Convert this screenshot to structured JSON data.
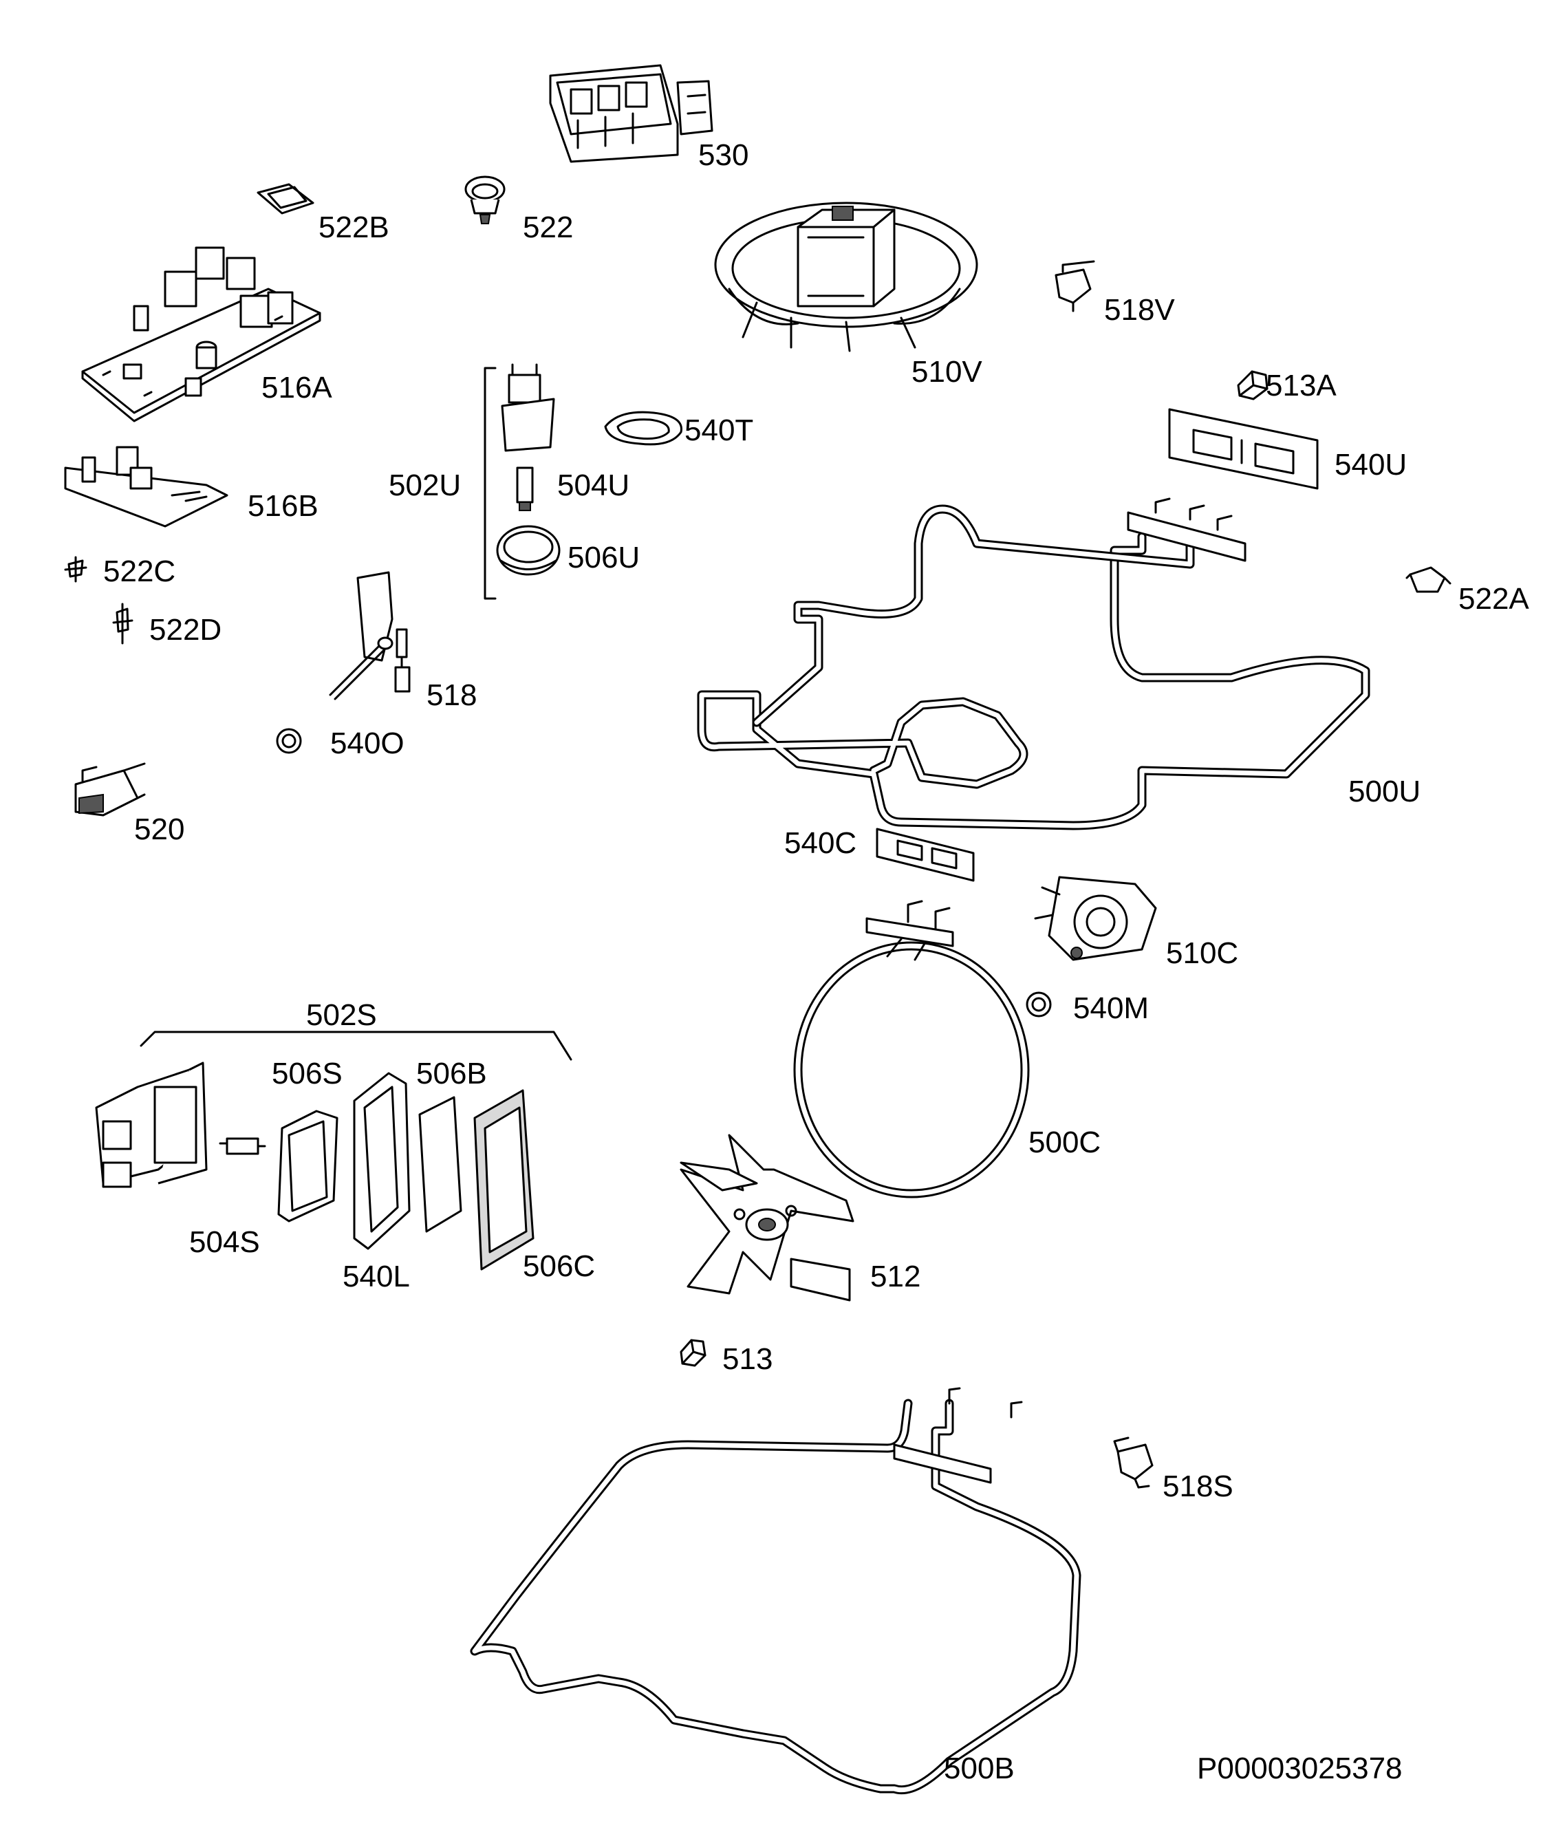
{
  "labels": {
    "l530": "530",
    "l522B": "522B",
    "l522": "522",
    "l510V": "510V",
    "l518V": "518V",
    "l516A": "516A",
    "l513A": "513A",
    "l540T": "540T",
    "l540U": "540U",
    "l502U": "502U",
    "l504U": "504U",
    "l516B": "516B",
    "l506U": "506U",
    "l522C": "522C",
    "l522A": "522A",
    "l522D": "522D",
    "l518": "518",
    "l540O": "540O",
    "l500U": "500U",
    "l520": "520",
    "l540C": "540C",
    "l510C": "510C",
    "l540M": "540M",
    "l502S": "502S",
    "l506S": "506S",
    "l506B": "506B",
    "l500C": "500C",
    "l504S": "504S",
    "l540L": "540L",
    "l506C": "506C",
    "l512": "512",
    "l513": "513",
    "l518S": "518S",
    "l500B": "500B",
    "drawing_number": "P00003025378"
  }
}
